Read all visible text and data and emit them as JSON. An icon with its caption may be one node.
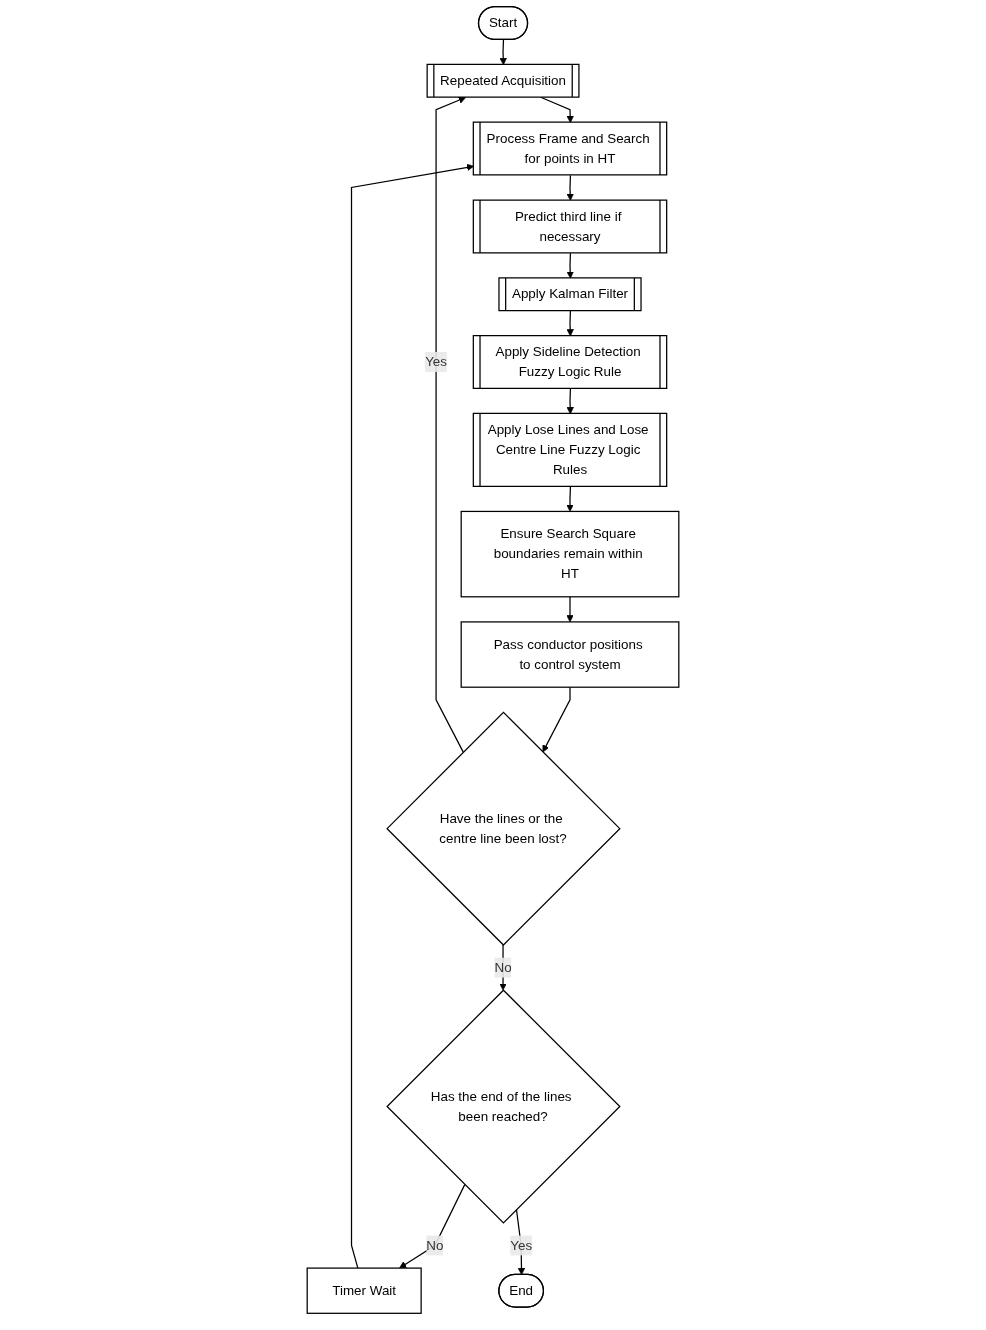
{
  "diagram": {
    "nodes": [
      {
        "text": [
          "Start"
        ]
      },
      {
        "text": [
          "Repeated Acquisition"
        ]
      },
      {
        "text": [
          "Timer Wait"
        ]
      },
      {
        "text": [
          "Process Frame and Search for points in HT"
        ]
      },
      {
        "text": [
          "Predict third line if necessary"
        ]
      },
      {
        "text": [
          "Apply Kalman Filter"
        ]
      },
      {
        "text": [
          "Apply Sideline Detection Fuzzy Logic Rule"
        ]
      },
      {
        "text": [
          "Apply Lose Lines and Lose Centre Line Fuzzy Logic Rules"
        ]
      },
      {
        "text": [
          "Ensure Search Square boundaries remain within HT"
        ]
      },
      {
        "text": [
          "Pass conductor positions to control system"
        ]
      },
      {
        "text": [
          "Have the lines or the centre line been lost?"
        ]
      },
      {
        "text": [
          "Has the end of the lines been reached?"
        ]
      },
      {
        "text": [
          "End"
        ]
      }
    ],
    "edges": [
      {
        "from": 0,
        "to": 1,
        "arrow": "to"
      },
      {
        "from": 1,
        "to": 3,
        "arrow": "to"
      },
      {
        "from": 3,
        "to": 4,
        "arrow": "to"
      },
      {
        "from": 4,
        "to": 5,
        "arrow": "to"
      },
      {
        "from": 5,
        "to": 6,
        "arrow": "to"
      },
      {
        "from": 6,
        "to": 7,
        "arrow": "to"
      },
      {
        "from": 7,
        "to": 8,
        "arrow": "to"
      },
      {
        "from": 8,
        "to": 9,
        "arrow": "to"
      },
      {
        "from": 9,
        "to": 10,
        "arrow": "to"
      },
      {
        "from": 10,
        "to": 1,
        "label": "Yes",
        "arrow": "to"
      },
      {
        "from": 10,
        "to": 11,
        "label": "No",
        "arrow": "to"
      },
      {
        "from": 11,
        "to": 2,
        "label": "No",
        "arrow": "to"
      },
      {
        "from": 2,
        "to": 3,
        "arrow": "to"
      },
      {
        "from": 11,
        "to": 12,
        "label": "Yes",
        "arrow": "to"
      }
    ]
  }
}
